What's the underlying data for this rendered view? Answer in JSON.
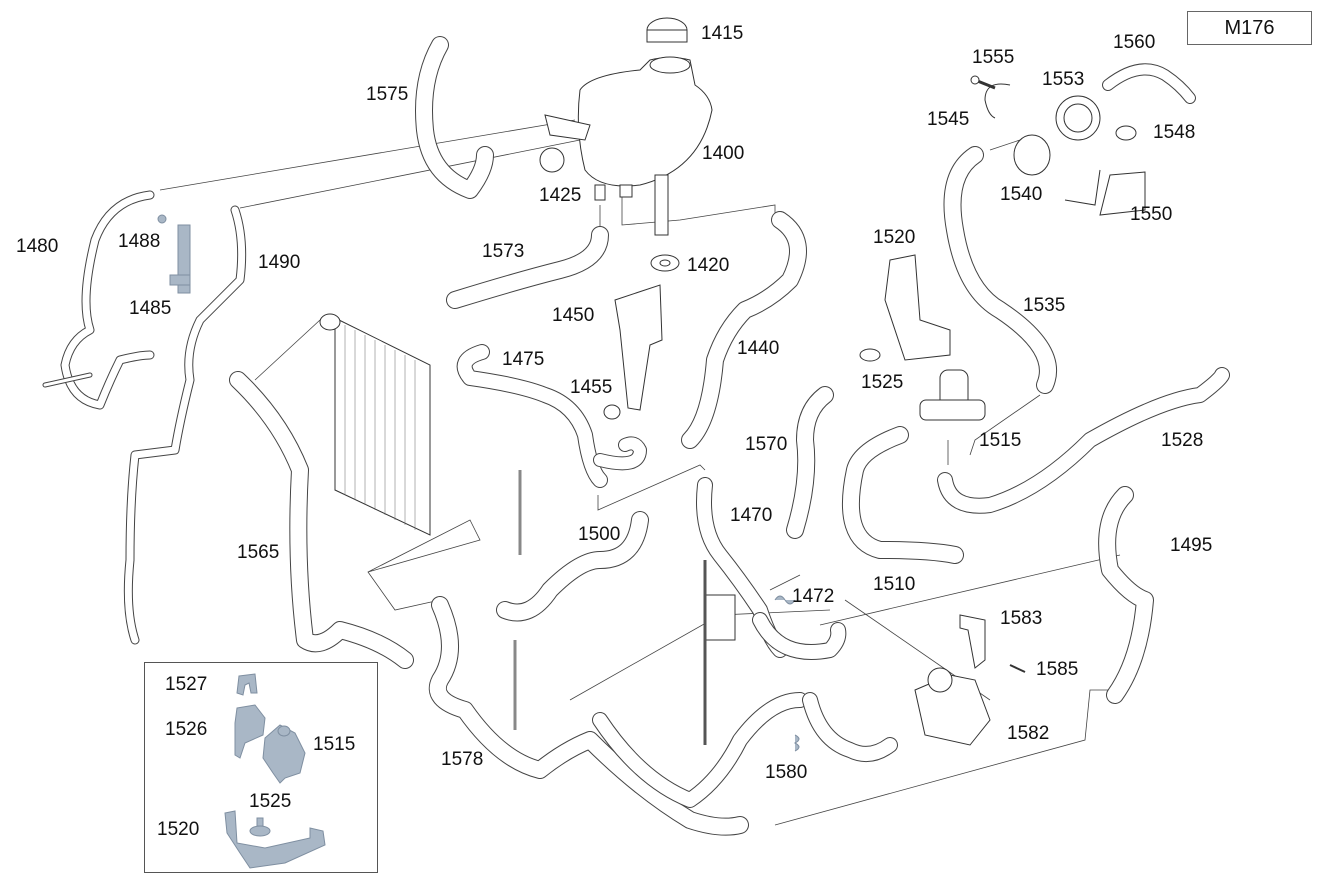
{
  "diagram": {
    "engine_code": "M176",
    "title": "Engine cooling system hoses and components",
    "labels": [
      {
        "id": "1415",
        "text": "1415",
        "part": "expansion tank cap"
      },
      {
        "id": "1575",
        "text": "1575",
        "part": "hose"
      },
      {
        "id": "1400",
        "text": "1400",
        "part": "coolant expansion tank"
      },
      {
        "id": "1425",
        "text": "1425",
        "part": "connector"
      },
      {
        "id": "1480",
        "text": "1480",
        "part": "coolant line"
      },
      {
        "id": "1488",
        "text": "1488",
        "part": "bolt"
      },
      {
        "id": "1485",
        "text": "1485",
        "part": "bracket"
      },
      {
        "id": "1490",
        "text": "1490",
        "part": "coolant line"
      },
      {
        "id": "1573",
        "text": "1573",
        "part": "hose"
      },
      {
        "id": "1420",
        "text": "1420",
        "part": "rubber mount"
      },
      {
        "id": "1450",
        "text": "1450",
        "part": "bracket"
      },
      {
        "id": "1440",
        "text": "1440",
        "part": "hose"
      },
      {
        "id": "1475",
        "text": "1475",
        "part": "hose"
      },
      {
        "id": "1455",
        "text": "1455",
        "part": "clamp"
      },
      {
        "id": "1520",
        "text": "1520",
        "part": "bracket"
      },
      {
        "id": "1525",
        "text": "1525",
        "part": "nut"
      },
      {
        "id": "1555",
        "text": "1555",
        "part": "bolt"
      },
      {
        "id": "1560",
        "text": "1560",
        "part": "hose"
      },
      {
        "id": "1553",
        "text": "1553",
        "part": "rubber ring"
      },
      {
        "id": "1545",
        "text": "1545",
        "part": "clamp"
      },
      {
        "id": "1548",
        "text": "1548",
        "part": "nut"
      },
      {
        "id": "1540",
        "text": "1540",
        "part": "auxiliary water pump"
      },
      {
        "id": "1550",
        "text": "1550",
        "part": "bracket"
      },
      {
        "id": "1535",
        "text": "1535",
        "part": "hose"
      },
      {
        "id": "1515",
        "text": "1515",
        "part": "valve"
      },
      {
        "id": "1528",
        "text": "1528",
        "part": "hose"
      },
      {
        "id": "1570",
        "text": "1570",
        "part": "hose"
      },
      {
        "id": "1565",
        "text": "1565",
        "part": "hose"
      },
      {
        "id": "1500",
        "text": "1500",
        "part": "hose"
      },
      {
        "id": "1470",
        "text": "1470",
        "part": "hose"
      },
      {
        "id": "1510",
        "text": "1510",
        "part": "hose"
      },
      {
        "id": "1495",
        "text": "1495",
        "part": "hose"
      },
      {
        "id": "1472",
        "text": "1472",
        "part": "clamp"
      },
      {
        "id": "1583",
        "text": "1583",
        "part": "bracket"
      },
      {
        "id": "1585",
        "text": "1585",
        "part": "bolt"
      },
      {
        "id": "1582",
        "text": "1582",
        "part": "valve"
      },
      {
        "id": "1578",
        "text": "1578",
        "part": "hose"
      },
      {
        "id": "1580",
        "text": "1580",
        "part": "clamp"
      }
    ],
    "inset": {
      "labels": [
        {
          "id": "1527",
          "text": "1527"
        },
        {
          "id": "1526",
          "text": "1526"
        },
        {
          "id": "1515",
          "text": "1515"
        },
        {
          "id": "1525",
          "text": "1525"
        },
        {
          "id": "1520",
          "text": "1520"
        }
      ]
    },
    "colors": {
      "line": "#333333",
      "highlight_part": "#a9b7c6",
      "background": "#ffffff"
    }
  }
}
